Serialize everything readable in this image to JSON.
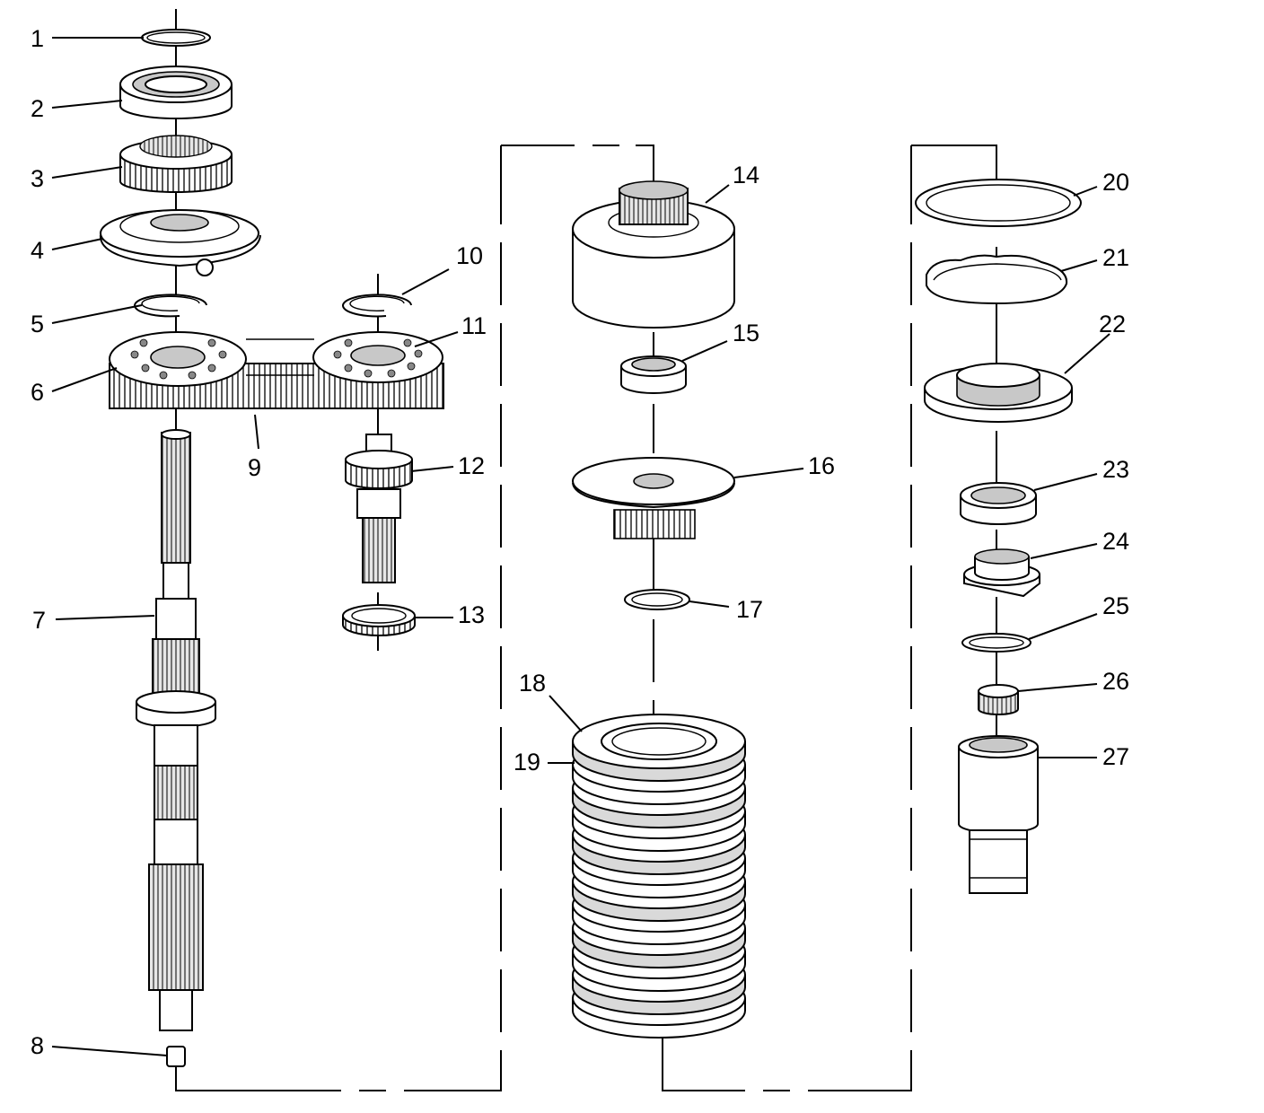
{
  "diagram": {
    "callouts": [
      "1",
      "2",
      "3",
      "4",
      "5",
      "6",
      "7",
      "8",
      "9",
      "10",
      "11",
      "12",
      "13",
      "14",
      "15",
      "16",
      "17",
      "18",
      "19",
      "20",
      "21",
      "22",
      "23",
      "24",
      "25",
      "26",
      "27"
    ]
  },
  "colors": {
    "line": "#000000",
    "shade": "#c8c8c8",
    "background": "#ffffff"
  }
}
